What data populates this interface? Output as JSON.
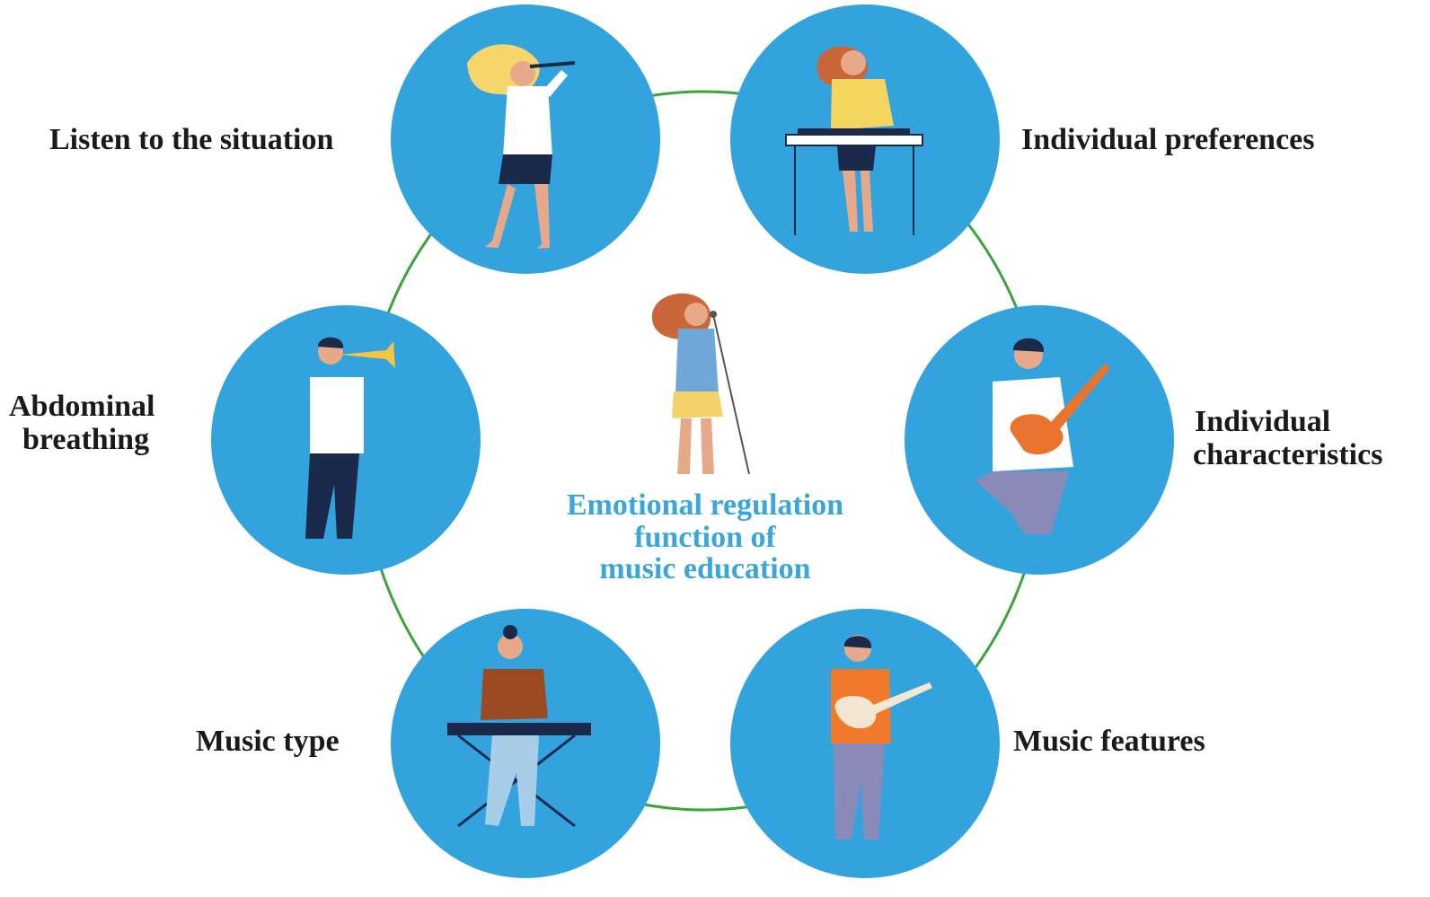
{
  "diagram": {
    "center": {
      "lines": [
        "Emotional regulation",
        "function of",
        "music education"
      ],
      "figure": "singer-with-microphone-icon"
    },
    "nodes": [
      {
        "id": "listen",
        "label_lines": [
          "Listen to the situation"
        ],
        "figure": "flute-player-icon"
      },
      {
        "id": "prefs",
        "label_lines": [
          "Individual preferences"
        ],
        "figure": "dj-keyboard-player-icon"
      },
      {
        "id": "abdominal",
        "label_lines": [
          "Abdominal",
          "breathing"
        ],
        "figure": "trumpet-player-icon"
      },
      {
        "id": "characteristics",
        "label_lines": [
          "Individual",
          "characteristics"
        ],
        "figure": "electric-guitarist-icon"
      },
      {
        "id": "type",
        "label_lines": [
          "Music type"
        ],
        "figure": "keyboard-player-icon"
      },
      {
        "id": "features",
        "label_lines": [
          "Music features"
        ],
        "figure": "acoustic-guitarist-icon"
      }
    ],
    "colors": {
      "circle_fill": "#33a3dd",
      "ring_stroke": "#3aa53a",
      "center_text": "#3aa6da",
      "label_text": "#1a1a1a"
    }
  }
}
